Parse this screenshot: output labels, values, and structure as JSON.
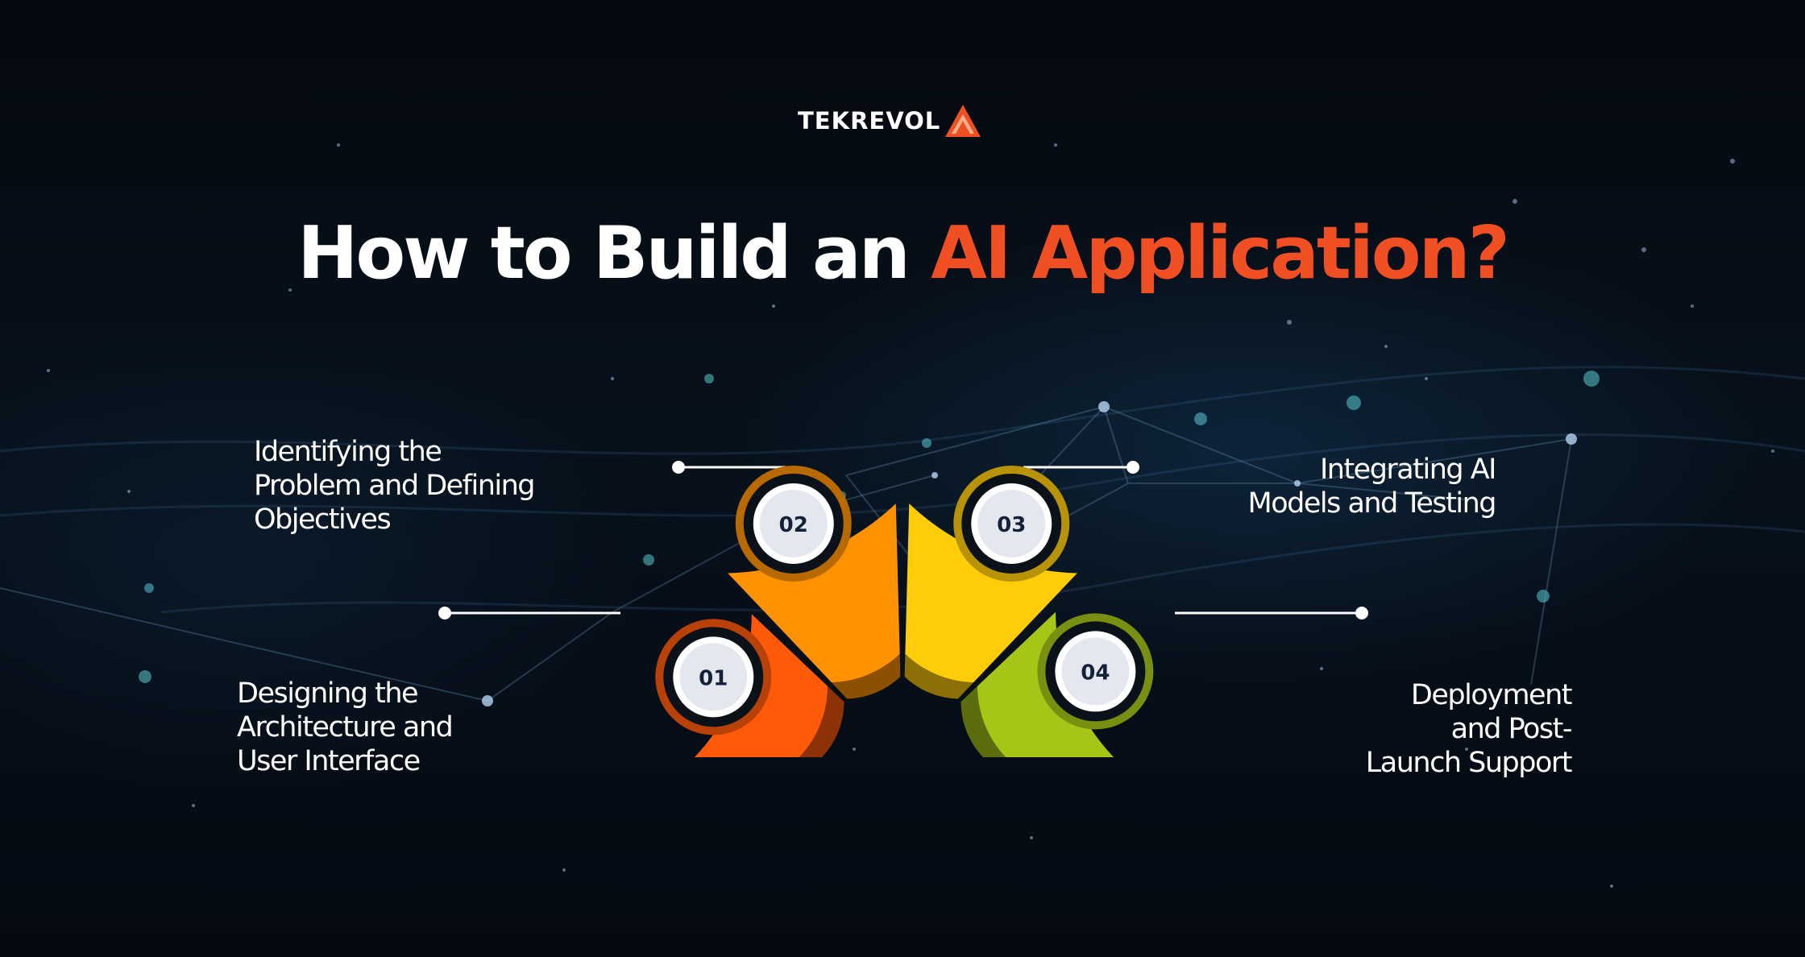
{
  "brand": {
    "name": "TEKREVOL",
    "logo_icon": "triangle-logo-icon",
    "accent_color": "#f04f23"
  },
  "title": {
    "part1": "How to Build an",
    "part2": "AI Application?"
  },
  "steps": [
    {
      "number": "01",
      "label": "Designing the\nArchitecture and\nUser Interface",
      "color": "#ff5a0a"
    },
    {
      "number": "02",
      "label": "Identifying the\nProblem and Defining\nObjectives",
      "color": "#ff9200"
    },
    {
      "number": "03",
      "label": "Integrating AI\nModels and Testing",
      "color": "#ffcc0a"
    },
    {
      "number": "04",
      "label": "Deployment\nand Post-\nLaunch Support",
      "color": "#a6c617"
    }
  ]
}
